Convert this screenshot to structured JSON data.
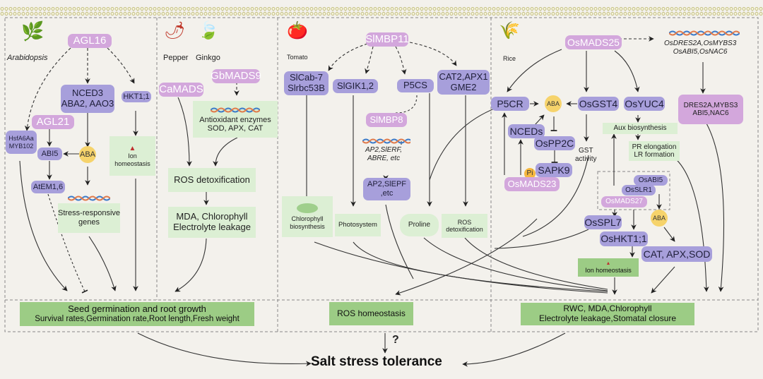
{
  "title": "Salt stress tolerance",
  "question_mark": "?",
  "panels": {
    "arabidopsis": {
      "species": "Arabidopsis",
      "nodes": {
        "agl16": "AGL16",
        "nced3_line1": "NCED3",
        "nced3_line2": "ABA2, AAO3",
        "hkt": "HKT1;1",
        "agl21": "AGL21",
        "hsf_line1": "HsfA6Aa",
        "hsf_line2": "MYB102",
        "abi5": "ABI5",
        "aba": "ABA",
        "atem": "AtEM1,6",
        "stress_line1": "Stress-responsive",
        "stress_line2": "genes",
        "ion_line1": "Ion",
        "ion_line2": "homeostasis"
      }
    },
    "pepper_ginkgo": {
      "species": [
        "Pepper",
        "Ginkgo"
      ],
      "nodes": {
        "camads": "CaMADS",
        "gbmads9": "GbMADS9",
        "antiox_line1": "Antioxidant enzymes",
        "antiox_line2": "SOD, APX, CAT",
        "ros_detox": "ROS detoxification",
        "mda_line1": "MDA, Chlorophyll",
        "mda_line2": "Electrolyte leakage"
      }
    },
    "tomato": {
      "species": "Tomato",
      "nodes": {
        "slmbp11": "SlMBP11",
        "slcab_line1": "SlCab-7",
        "slcab_line2": "Slrbc53B",
        "slgik": "SlGIK1,2",
        "p5cs": "P5CS",
        "cat2_line1": "CAT2,APX1",
        "cat2_line2": "GME2",
        "slmbp8": "SlMBP8",
        "genes_line1": "AP2,SlERF,",
        "genes_line2": "ABRE, etc",
        "ap2_line1": "AP2,SlEPF",
        "ap2_line2": ",etc",
        "chloro_line1": "Chlorophyll",
        "chloro_line2": "biosynthesis",
        "photosystem": "Photosystem",
        "proline": "Proline",
        "ros_line1": "ROS",
        "ros_line2": "detoxification"
      }
    },
    "rice": {
      "species": "Rice",
      "nodes": {
        "osmads25": "OsMADS25",
        "genes_line1": "OsDRES2A,OsMYBS3",
        "genes_line2": "OsABI5,OsNAC6",
        "dres_line1": "DRES2A,MYBS3",
        "dres_line2": "ABI5,NAC6",
        "p5cr": "P5CR",
        "aba": "ABA",
        "osgst4": "OsGST4",
        "osyuc4": "OsYUC4",
        "nceds": "NCEDs",
        "ospp2c": "OsPP2C",
        "sapk9": "SAPK9",
        "pi": "Pi",
        "osmads23": "OsMADS23",
        "gst_line1": "GST",
        "gst_line2": "activity",
        "aux": "Aux biosynthesis",
        "pr_line1": "PR elongation",
        "pr_line2": "LR formation",
        "osabi5": "OsABI5",
        "osslr1": "OsSLR1",
        "osmads27": "OsMADS27",
        "aba2": "ABA",
        "osspl7": "OsSPL7",
        "oshkt": "OsHKT1;1",
        "cat": "CAT, APX,SOD",
        "ion": "Ion homeostasis"
      }
    }
  },
  "outcomes": {
    "seed_line1": "Seed germination and root growth",
    "seed_line2": "Survival rates,Germination rate,Root length,Fresh weight",
    "ros_homeostasis": "ROS homeostasis",
    "rwc_line1": "RWC, MDA,Chlorophyll",
    "rwc_line2": "Electrolyte leakage,Stomatal closure"
  },
  "colors": {
    "background": "#f3f1ec",
    "mads_pink": "#d3a7dc",
    "gene_purple": "#a79fdb",
    "process_green_light": "#dcefd4",
    "outcome_green": "#9ccc85",
    "aba_yellow": "#f6d36b"
  }
}
